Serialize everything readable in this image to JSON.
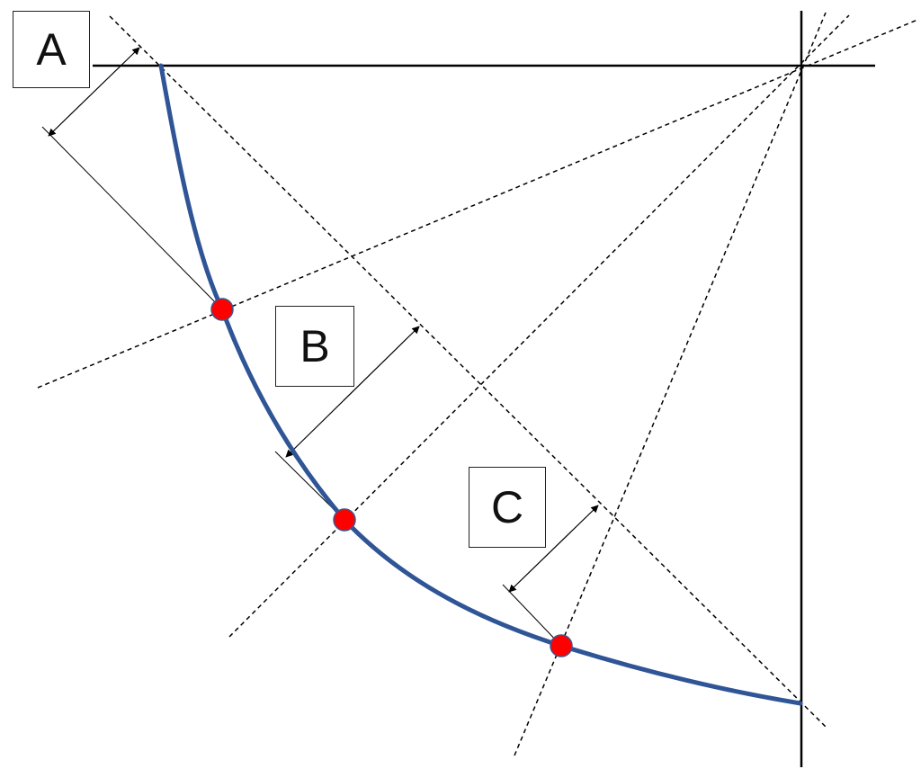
{
  "labels": {
    "a": "A",
    "b": "B",
    "c": "C"
  },
  "colors": {
    "curve": "#2F5597",
    "points": "#FF0000",
    "point_outline": "#41558C",
    "lines": "#000000"
  },
  "elements": {
    "axes": [
      "horizontal-axis",
      "vertical-axis"
    ],
    "curve": "concave-curve",
    "points": [
      "point-1",
      "point-2",
      "point-3"
    ],
    "dashed_lines": [
      "radial-line-1",
      "radial-line-2",
      "radial-line-3",
      "diagonal-line"
    ],
    "distance_arrows": [
      "distance-arrow-a",
      "distance-arrow-b",
      "distance-arrow-c"
    ]
  }
}
